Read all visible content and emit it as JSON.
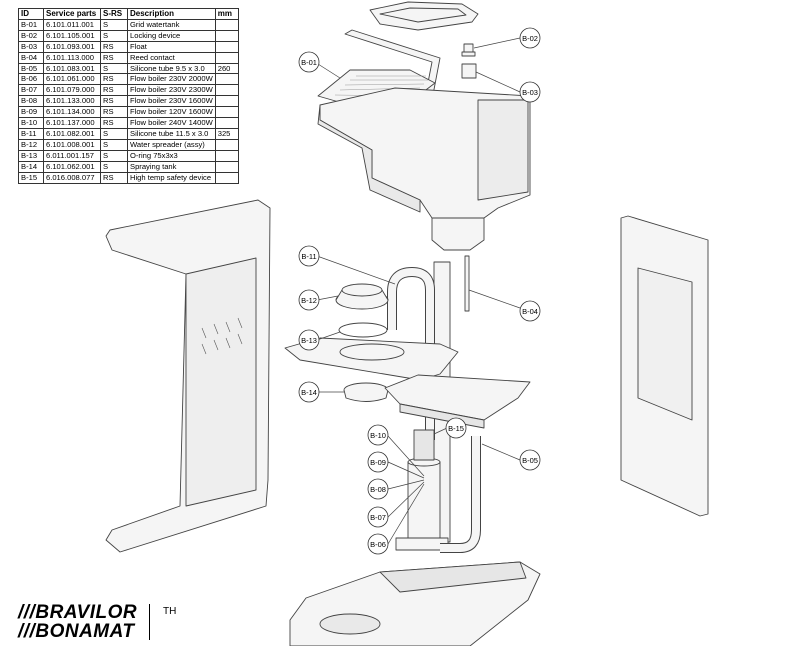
{
  "table": {
    "headers": [
      "ID",
      "Service parts",
      "S-RS",
      "Description",
      "mm"
    ],
    "rows": [
      {
        "id": "B-01",
        "part": "6.101.011.001",
        "srs": "S",
        "desc": "Grid watertank",
        "mm": ""
      },
      {
        "id": "B-02",
        "part": "6.101.105.001",
        "srs": "S",
        "desc": "Locking device",
        "mm": ""
      },
      {
        "id": "B-03",
        "part": "6.101.093.001",
        "srs": "RS",
        "desc": "Float",
        "mm": ""
      },
      {
        "id": "B-04",
        "part": "6.101.113.000",
        "srs": "RS",
        "desc": "Reed contact",
        "mm": ""
      },
      {
        "id": "B-05",
        "part": "6.101.083.001",
        "srs": "S",
        "desc": "Silicone tube 9.5 x 3.0",
        "mm": "260"
      },
      {
        "id": "B-06",
        "part": "6.101.061.000",
        "srs": "RS",
        "desc": "Flow boiler 230V 2000W",
        "mm": ""
      },
      {
        "id": "B-07",
        "part": "6.101.079.000",
        "srs": "RS",
        "desc": "Flow boiler 230V 2300W",
        "mm": ""
      },
      {
        "id": "B-08",
        "part": "6.101.133.000",
        "srs": "RS",
        "desc": "Flow boiler 230V 1600W",
        "mm": ""
      },
      {
        "id": "B-09",
        "part": "6.101.134.000",
        "srs": "RS",
        "desc": "Flow boiler 120V 1600W",
        "mm": ""
      },
      {
        "id": "B-10",
        "part": "6.101.137.000",
        "srs": "RS",
        "desc": "Flow boiler 240V 1400W",
        "mm": ""
      },
      {
        "id": "B-11",
        "part": "6.101.082.001",
        "srs": "S",
        "desc": "Silicone tube 11.5 x 3.0",
        "mm": "325"
      },
      {
        "id": "B-12",
        "part": "6.101.008.001",
        "srs": "S",
        "desc": "Water spreader (assy)",
        "mm": ""
      },
      {
        "id": "B-13",
        "part": "6.011.001.157",
        "srs": "S",
        "desc": "O-ring 75x3x3",
        "mm": ""
      },
      {
        "id": "B-14",
        "part": "6.101.062.001",
        "srs": "S",
        "desc": "Spraying tank",
        "mm": ""
      },
      {
        "id": "B-15",
        "part": "6.016.008.077",
        "srs": "RS",
        "desc": "High temp safety device",
        "mm": ""
      }
    ]
  },
  "callouts": {
    "b01": "B-01",
    "b02": "B-02",
    "b03": "B-03",
    "b04": "B-04",
    "b05": "B-05",
    "b06": "B-06",
    "b07": "B-07",
    "b08": "B-08",
    "b09": "B-09",
    "b10": "B-10",
    "b11": "B-11",
    "b12": "B-12",
    "b13": "B-13",
    "b14": "B-14",
    "b15": "B-15"
  },
  "logo": {
    "line1": "BRAVILOR",
    "line2": "BONAMAT",
    "suffix": "TH"
  },
  "colors": {
    "line": "#444444",
    "fill": "#f4f4f4",
    "shade": "#d9d9d9"
  }
}
